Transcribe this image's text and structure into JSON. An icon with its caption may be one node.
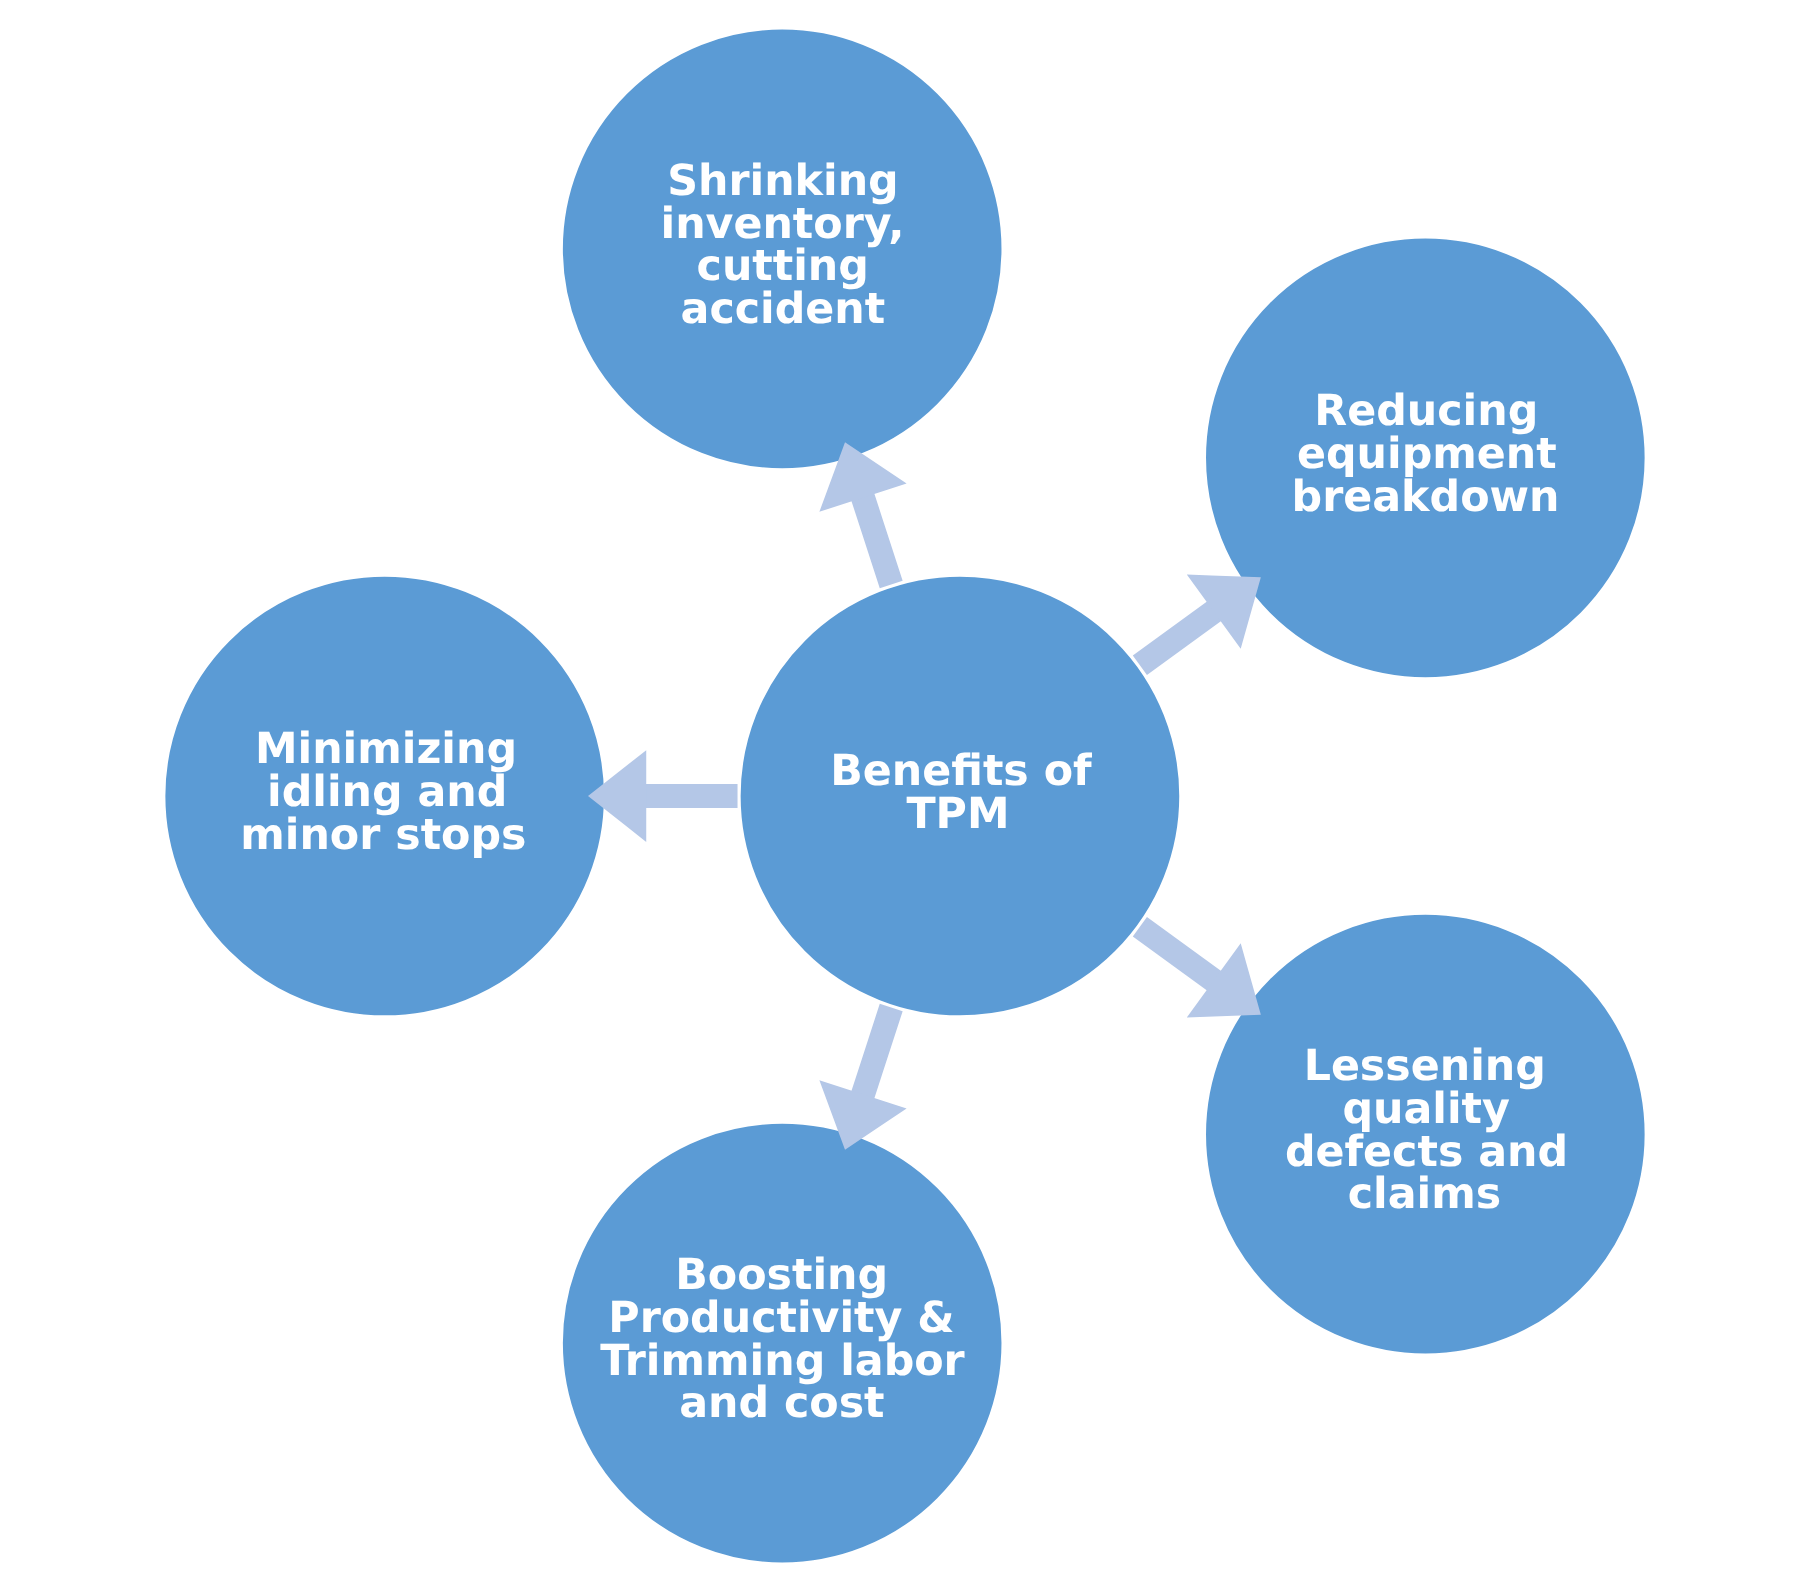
{
  "diagram": {
    "nodes": [
      {
        "text": [
          "Reducing equipment breakdown"
        ]
      },
      {
        "text": [
          "Shrinking inventory, cutting accident"
        ]
      },
      {
        "text": [
          "Minimizing idling and minor stops"
        ]
      },
      {
        "text": [
          "Benefits of TPM"
        ]
      },
      {
        "text": [
          "Boosting Productivity & Trimming labor and cost"
        ]
      },
      {
        "text": [
          "Lessening quality defects and claims"
        ]
      }
    ],
    "edges": [
      {
        "from": 3,
        "to": 0,
        "arrow": "to"
      },
      {
        "from": 3,
        "to": 2,
        "arrow": "to"
      },
      {
        "from": 3,
        "to": 5,
        "arrow": "to"
      },
      {
        "from": 3,
        "to": 4,
        "arrow": "to"
      },
      {
        "from": 3,
        "to": 1,
        "arrow": "to"
      }
    ]
  }
}
